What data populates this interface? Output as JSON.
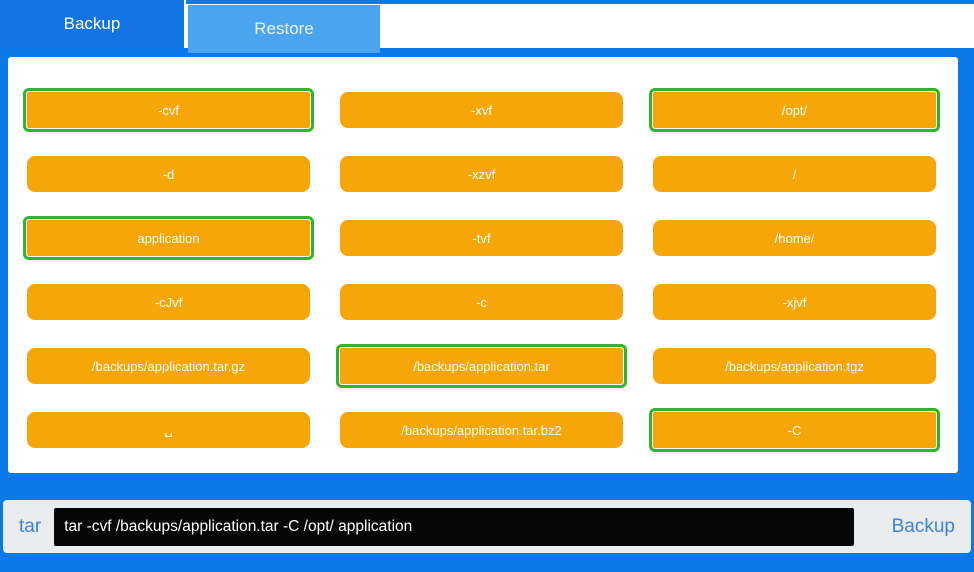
{
  "tabs": [
    {
      "label": "Backup",
      "active": true
    },
    {
      "label": "Restore",
      "active": false
    }
  ],
  "tokens": [
    {
      "label": "-cvf",
      "selected": true
    },
    {
      "label": "-xvf",
      "selected": false
    },
    {
      "label": "/opt/",
      "selected": true
    },
    {
      "label": "-d",
      "selected": false
    },
    {
      "label": "-xzvf",
      "selected": false
    },
    {
      "label": "/",
      "selected": false
    },
    {
      "label": "application",
      "selected": true
    },
    {
      "label": "-tvf",
      "selected": false
    },
    {
      "label": "/home/",
      "selected": false
    },
    {
      "label": "-cJvf",
      "selected": false
    },
    {
      "label": "-c",
      "selected": false
    },
    {
      "label": "-xjvf",
      "selected": false
    },
    {
      "label": "/backups/application.tar.gz",
      "selected": false
    },
    {
      "label": "/backups/application.tar",
      "selected": true
    },
    {
      "label": "/backups/application.tgz",
      "selected": false
    },
    {
      "label": "␣",
      "selected": false
    },
    {
      "label": "/backups/application.tar.bz2",
      "selected": false
    },
    {
      "label": "-C",
      "selected": true
    }
  ],
  "command_bar": {
    "prefix": "tar",
    "command": "tar -cvf /backups/application.tar -C /opt/ application",
    "submit_label": "Backup"
  },
  "colors": {
    "background_blue": "#0b79e8",
    "active_tab_blue": "#1273e2",
    "inactive_tab_blue": "#4aa4f0",
    "token_orange": "#f7a60a",
    "selected_border_green": "#2db52d",
    "command_bar_gray": "#e9edf0",
    "command_input_black": "#060606",
    "link_blue": "#3f83d6"
  }
}
